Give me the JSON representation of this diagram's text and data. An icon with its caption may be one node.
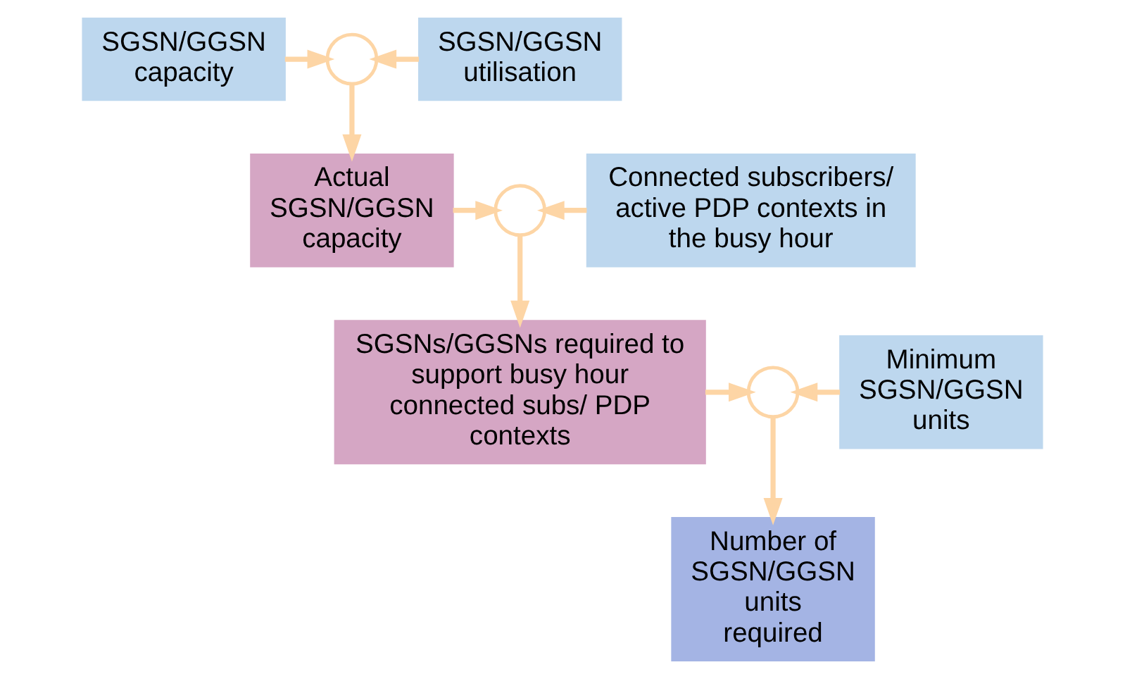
{
  "diagram": {
    "nodes": [
      {
        "text": [
          "SGSN/GGSN capacity"
        ]
      },
      {
        "text": [],
        "shape": "circle"
      },
      {
        "text": [
          "SGSN/GGSN utilisation"
        ]
      },
      {
        "text": [
          "Actual SGSN/GGSN capacity"
        ]
      },
      {
        "text": [],
        "shape": "circle"
      },
      {
        "text": [
          "Connected subscribers/ active PDP contexts in the busy hour"
        ]
      },
      {
        "text": [
          "SGSNs/GGSNs required to support busy hour connected subs/ PDP contexts"
        ]
      },
      {
        "text": [],
        "shape": "circle"
      },
      {
        "text": [
          "Minimum SGSN/GGSN units"
        ]
      },
      {
        "text": [
          "Number of SGSN/GGSN units required"
        ]
      }
    ],
    "edges": [
      {
        "from": 0,
        "to": 1,
        "arrow": "to"
      },
      {
        "from": 2,
        "to": 1,
        "arrow": "to"
      },
      {
        "from": 1,
        "to": 3,
        "arrow": "to"
      },
      {
        "from": 3,
        "to": 4,
        "arrow": "to"
      },
      {
        "from": 5,
        "to": 4,
        "arrow": "to"
      },
      {
        "from": 4,
        "to": 6,
        "arrow": "to"
      },
      {
        "from": 6,
        "to": 7,
        "arrow": "to"
      },
      {
        "from": 8,
        "to": 7,
        "arrow": "to"
      },
      {
        "from": 7,
        "to": 9,
        "arrow": "to"
      }
    ]
  }
}
